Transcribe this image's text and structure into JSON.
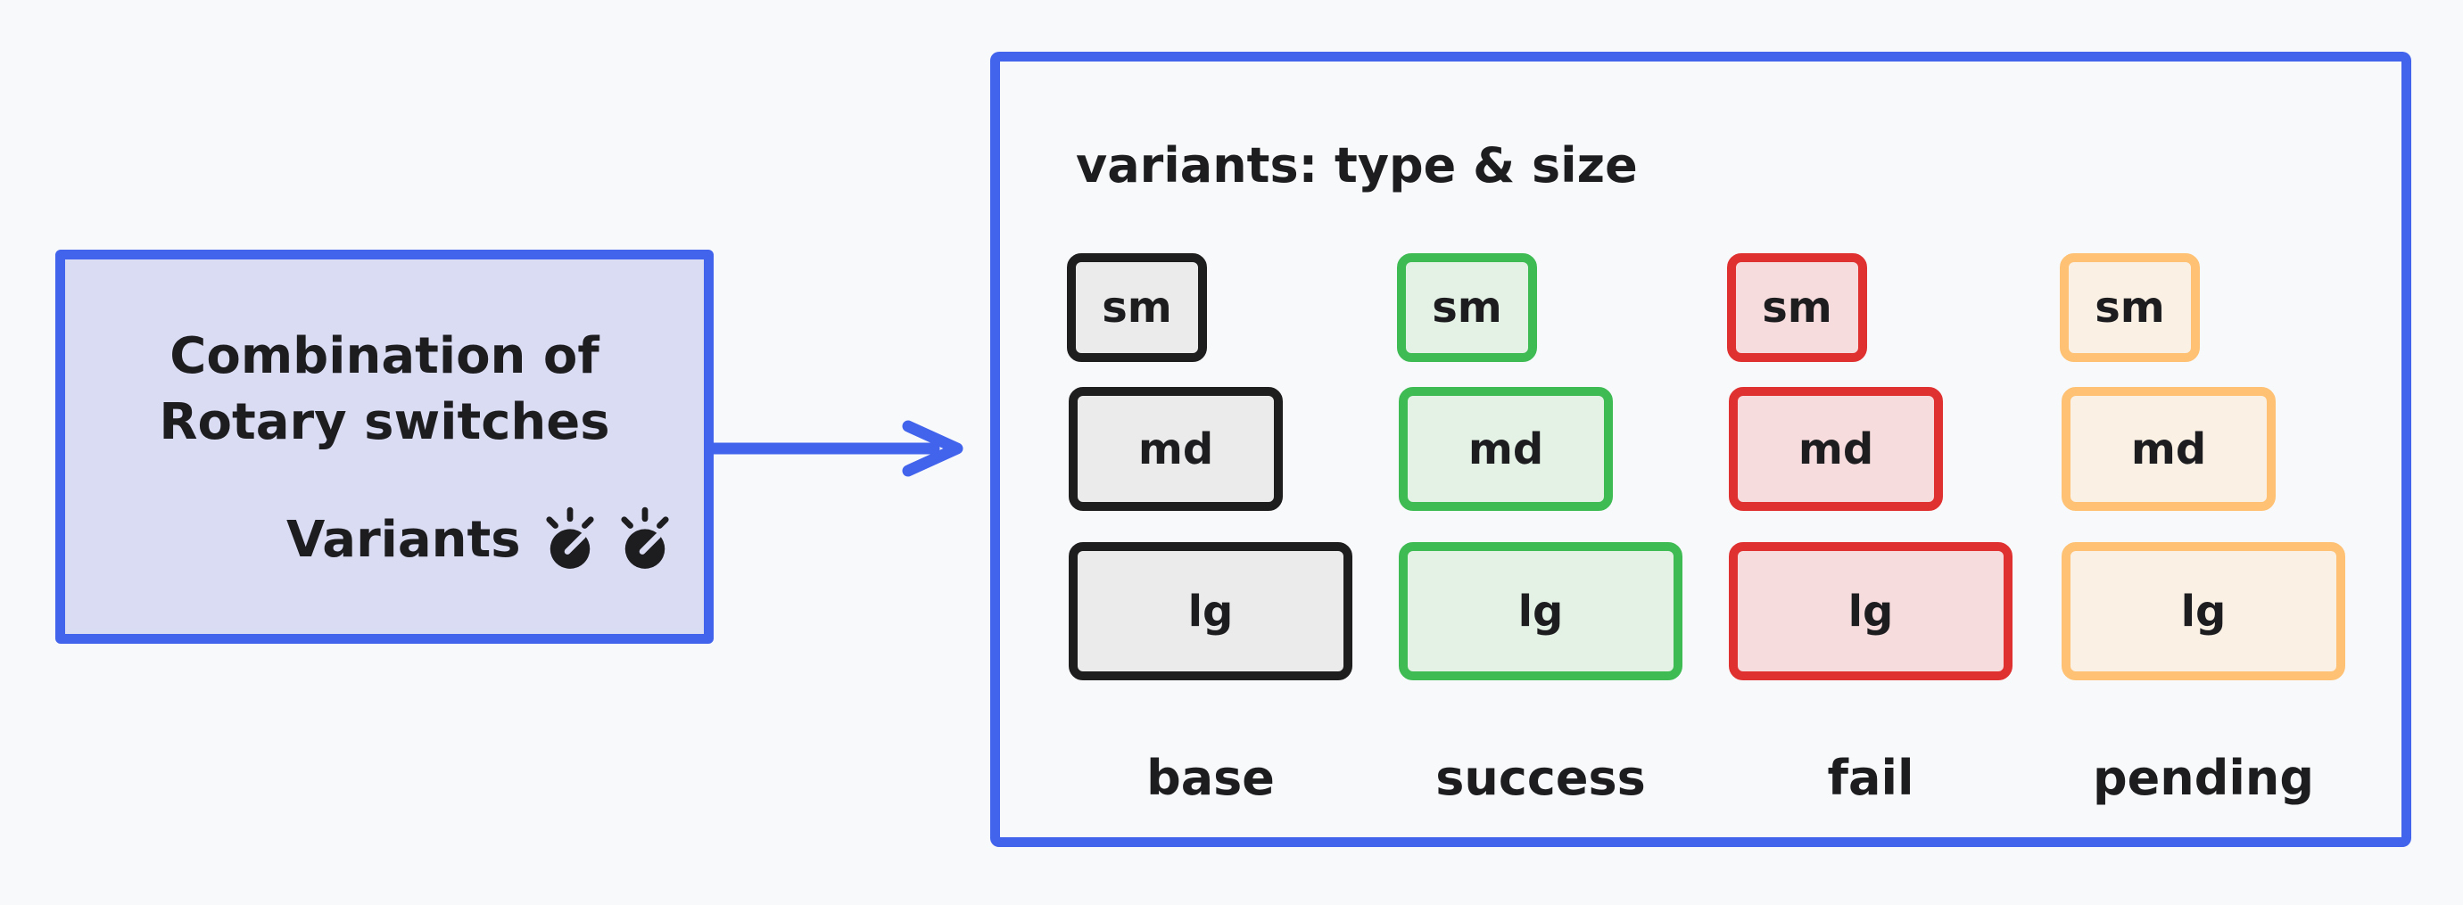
{
  "canvas": {
    "background": "#f8f9fb",
    "ink": "#1d1d20",
    "accent_blue": "#4263ec"
  },
  "source_box": {
    "title_line1": "Combination of",
    "title_line2": "Rotary switches",
    "caption": "Variants",
    "fill": "#dadcf4",
    "border": "#4263ec",
    "icons": [
      "rotary-knob-icon",
      "rotary-knob-icon"
    ]
  },
  "arrow": {
    "direction": "right",
    "color": "#4263ec"
  },
  "panel": {
    "title": "variants: type & size",
    "border": "#4263ec",
    "sizes": [
      {
        "label": "sm"
      },
      {
        "label": "md"
      },
      {
        "label": "lg"
      }
    ],
    "columns": [
      {
        "label": "base",
        "border": "#1e1e1e",
        "fill": "#ebebeb"
      },
      {
        "label": "success",
        "border": "#3fbb54",
        "fill": "#e3f2e5"
      },
      {
        "label": "fail",
        "border": "#e03131",
        "fill": "#f7dcdd"
      },
      {
        "label": "pending",
        "border": "#ffc173",
        "fill": "#faf0e4"
      }
    ]
  }
}
